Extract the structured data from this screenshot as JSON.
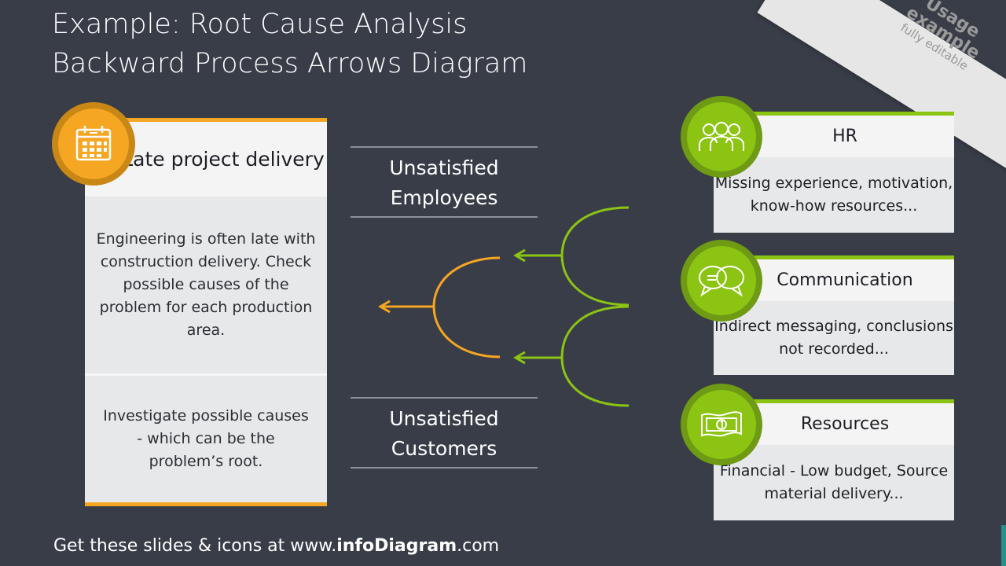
{
  "title": {
    "line1": "Example: Root Cause Analysis",
    "line2": "Backward Process Arrows Diagram"
  },
  "ribbon": {
    "line1": "Usage",
    "line2": "example",
    "line3": "fully editable"
  },
  "left_card": {
    "icon": "calendar-icon",
    "title": "Late project delivery",
    "body1": "Engineering is often late with construction delivery. Check possible causes of the problem for each production area.",
    "body2": "Investigate possible causes - which can be the problem’s root."
  },
  "middle": {
    "label_top": "Unsatisfied Employees",
    "label_bottom": "Unsatisfied Customers"
  },
  "right_cards": [
    {
      "icon": "people-group-icon",
      "title": "HR",
      "body": "Missing experience, motivation, know-how resources..."
    },
    {
      "icon": "speech-bubbles-icon",
      "title": "Communication",
      "body": "Indirect messaging, conclusions not recorded..."
    },
    {
      "icon": "banknote-icon",
      "title": "Resources",
      "body": "Financial - Low budget, Source material delivery..."
    }
  ],
  "footer": {
    "prefix": "Get these slides & icons at www.",
    "brand": "infoDiagram",
    "suffix": ".com"
  },
  "colors": {
    "background": "#393d48",
    "orange": "#f5a623",
    "green": "#8cc414"
  }
}
